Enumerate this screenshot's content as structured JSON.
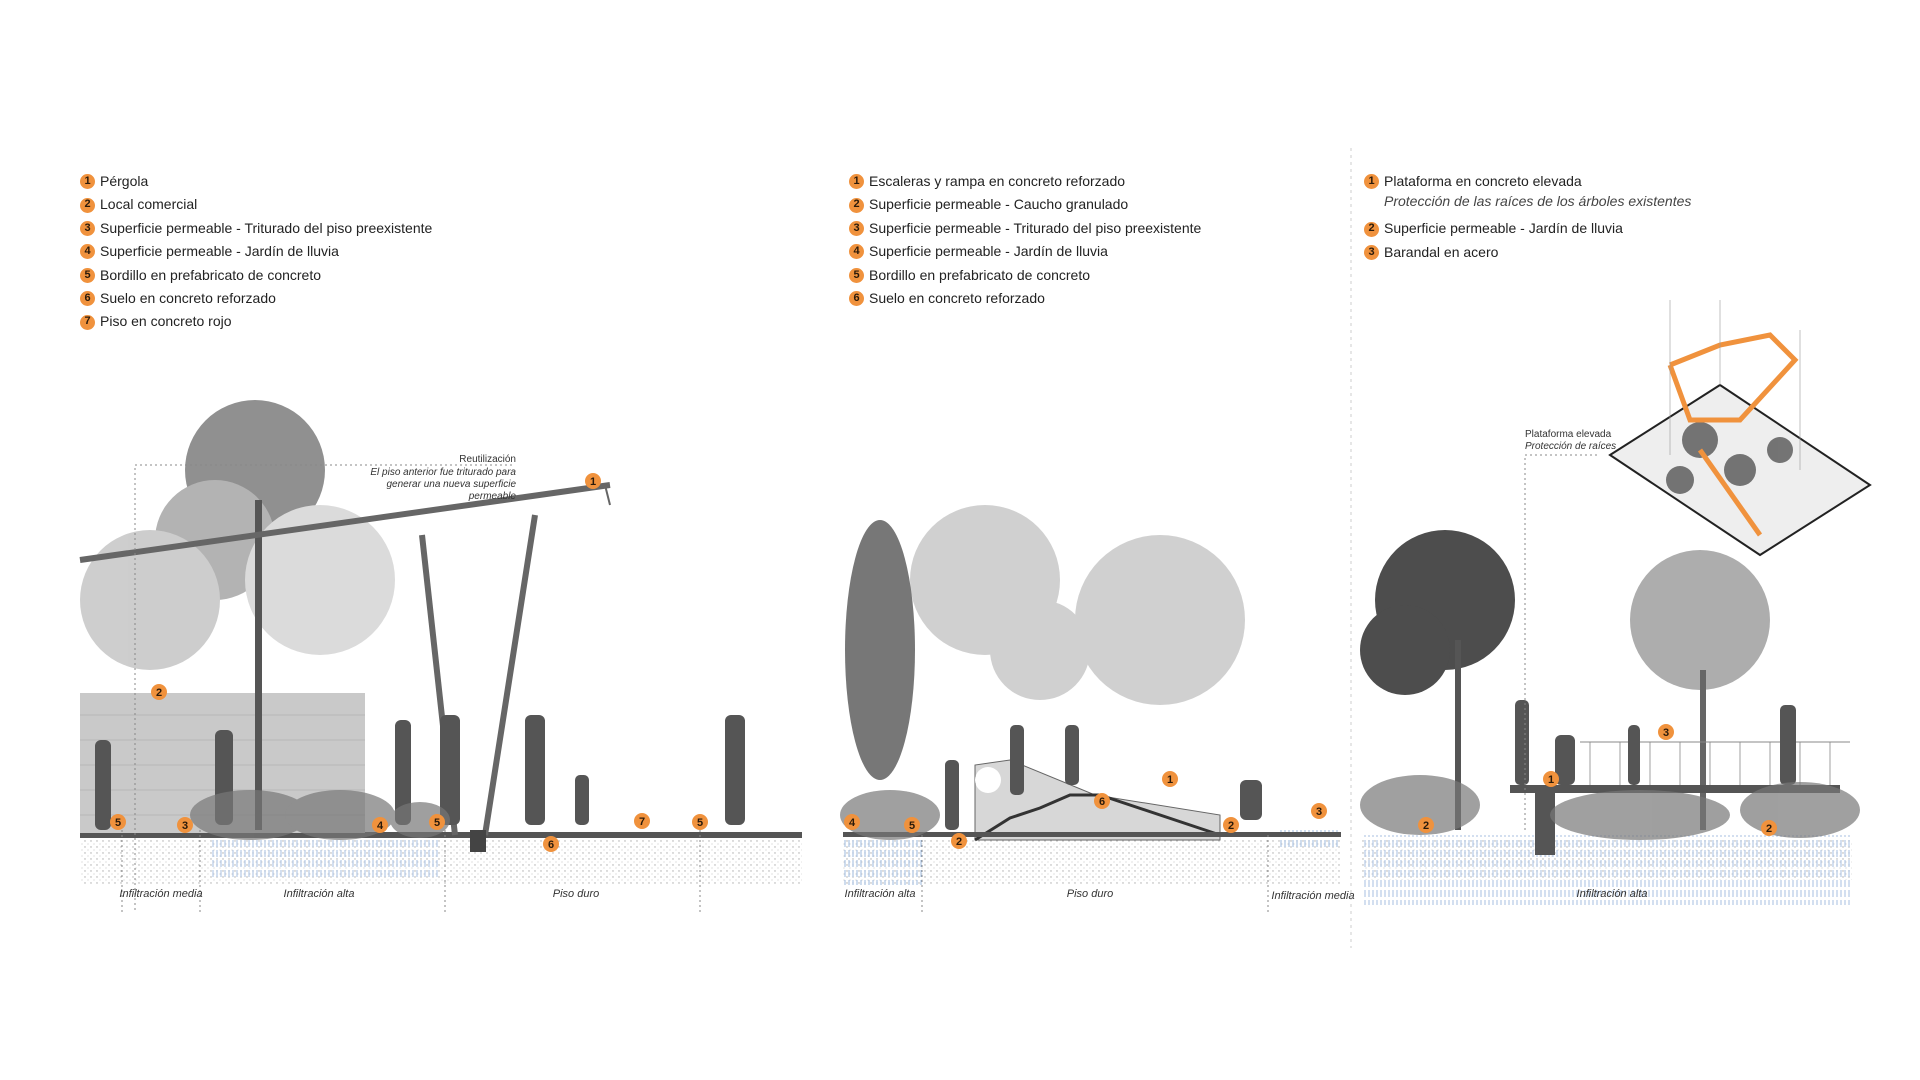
{
  "legends": [
    {
      "items": [
        {
          "n": "1",
          "text": "Pérgola"
        },
        {
          "n": "2",
          "text": "Local comercial"
        },
        {
          "n": "3",
          "text": "Superficie permeable - Triturado del piso preexistente"
        },
        {
          "n": "4",
          "text": "Superficie permeable - Jardín de lluvia"
        },
        {
          "n": "5",
          "text": "Bordillo en prefabricato de concreto"
        },
        {
          "n": "6",
          "text": "Suelo en concreto reforzado"
        },
        {
          "n": "7",
          "text": "Piso en concreto rojo"
        }
      ]
    },
    {
      "items": [
        {
          "n": "1",
          "text": "Escaleras y rampa en concreto reforzado"
        },
        {
          "n": "2",
          "text": "Superficie permeable - Caucho granulado"
        },
        {
          "n": "3",
          "text": "Superficie permeable - Triturado del piso preexistente"
        },
        {
          "n": "4",
          "text": "Superficie permeable - Jardín de lluvia"
        },
        {
          "n": "5",
          "text": "Bordillo en prefabricato de concreto"
        },
        {
          "n": "6",
          "text": "Suelo en concreto reforzado"
        }
      ]
    },
    {
      "items": [
        {
          "n": "1",
          "text": "Plataforma en concreto elevada",
          "sub": "Protección de las raíces de los árboles existentes"
        },
        {
          "n": "2",
          "text": "Superficie permeable - Jardín de lluvia"
        },
        {
          "n": "3",
          "text": "Barandal en acero"
        }
      ]
    }
  ],
  "annotations": {
    "reuse_title": "Reutilización",
    "reuse_lines": [
      "El piso anterior fue triturado para",
      "generar una nueva superficie",
      "permeable"
    ],
    "platform_title": "Plataforma elevada",
    "platform_sub": "Protección de raíces"
  },
  "zone_labels": [
    "Infiltración media",
    "Infiltración alta",
    "Piso duro",
    "Infiltración alta",
    "Piso duro",
    "Infiltración media",
    "Infiltración alta"
  ],
  "diagram_badges": [
    "1",
    "2",
    "5",
    "3",
    "4",
    "5",
    "7",
    "6",
    "5",
    "4",
    "5",
    "2",
    "6",
    "1",
    "2",
    "3",
    "1",
    "2",
    "3",
    "2"
  ],
  "colors": {
    "accent": "#f0923d",
    "water": "#9db8dc",
    "ink": "#333333"
  }
}
